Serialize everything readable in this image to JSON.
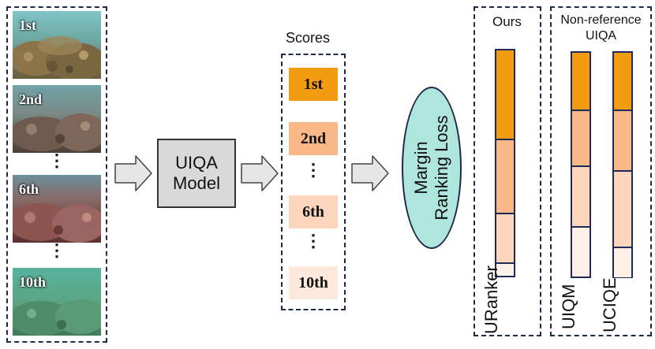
{
  "images": [
    {
      "label": "1st"
    },
    {
      "label": "2nd"
    },
    {
      "label": "6th"
    },
    {
      "label": "10th"
    }
  ],
  "ellipsis": "⋮",
  "model": {
    "line1": "UIQA",
    "line2": "Model"
  },
  "scores": {
    "title": "Scores",
    "items": [
      {
        "label": "1st",
        "color": "#f39c12"
      },
      {
        "label": "2nd",
        "color": "#f8b887"
      },
      {
        "label": "6th",
        "color": "#fcd5bd"
      },
      {
        "label": "10th",
        "color": "#fde8dd"
      }
    ]
  },
  "loss": {
    "line1": "Margin",
    "line2": "Ranking Loss",
    "fill": "#aee5dc"
  },
  "ours": {
    "title": "Ours",
    "bar_label": "URanker",
    "segments": [
      0.4,
      0.33,
      0.22,
      0.05
    ]
  },
  "nonref": {
    "title_line1": "Non-reference",
    "title_line2": "UIQA",
    "bars": [
      {
        "label": "UIQM",
        "segments": [
          0.26,
          0.25,
          0.27,
          0.22
        ]
      },
      {
        "label": "UCIQE",
        "segments": [
          0.26,
          0.27,
          0.34,
          0.13
        ]
      }
    ]
  },
  "segment_colors": [
    "#f39c12",
    "#f8b887",
    "#fcd5bd",
    "#fef0e6"
  ]
}
